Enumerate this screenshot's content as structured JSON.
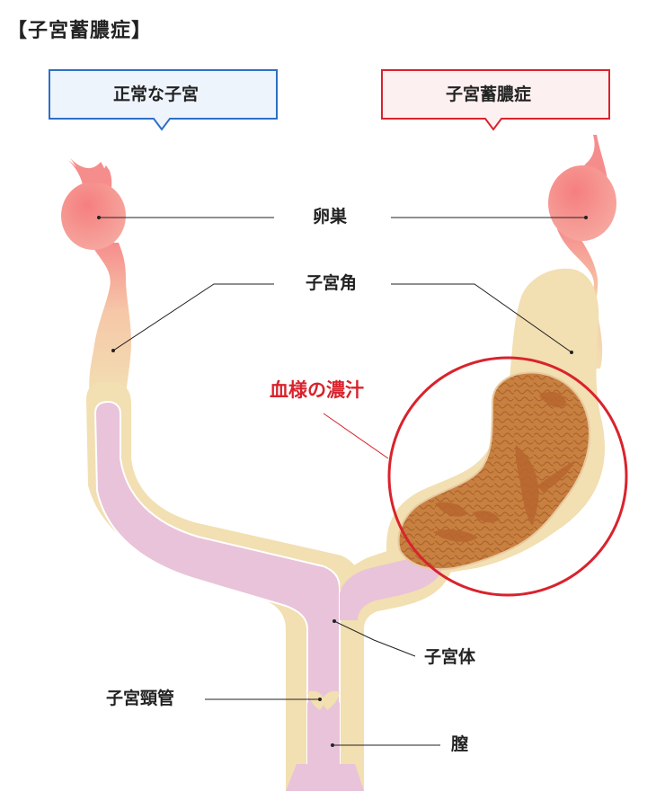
{
  "title": "【子宮蓄膿症】",
  "boxes": {
    "normal": "正常な子宮",
    "pyometra": "子宮蓄膿症"
  },
  "labels": {
    "ovary": "卵巣",
    "uterine_horn": "子宮角",
    "bloody_pus": "血様の濃汁",
    "uterine_body": "子宮体",
    "cervix": "子宮頸管",
    "vagina": "膣"
  },
  "colors": {
    "normal_box_border": "#2e6fc4",
    "normal_box_fill": "#eef4fc",
    "pyometra_box_border": "#d9232d",
    "pyometra_box_fill": "#fdf0f0",
    "uterus_wall": "#f2dfb2",
    "uterus_lumen": "#e9c3d9",
    "ovary": "#f69898",
    "pus": "#c57a3d",
    "highlight_circle": "#d9232d"
  }
}
